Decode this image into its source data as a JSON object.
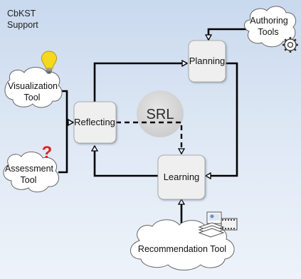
{
  "corner_label": {
    "line1": "CbKST",
    "line2": "Support"
  },
  "srl": {
    "label": "SRL"
  },
  "nodes": {
    "planning": "Planning",
    "reflecting": "Reflecting",
    "learning": "Learning"
  },
  "tools": {
    "authoring": {
      "line1": "Authoring",
      "line2": "Tools"
    },
    "visualization": {
      "line1": "Visualization",
      "line2": "Tool"
    },
    "assessment": {
      "line1": "Assessment",
      "line2": "Tool"
    },
    "recommendation": {
      "line1": "Recommendation Tool"
    }
  },
  "icons": {
    "lightbulb": "lightbulb-icon",
    "question": "question-mark-icon",
    "gear": "gear-icon",
    "documents": "documents-icon"
  },
  "question_mark": "?",
  "colors": {
    "background_top": "#c9d9ee",
    "background_bottom": "#eef3fa",
    "box_fill": "#efefef",
    "arrow": "#000000",
    "srl_circle": "#d6d6d6",
    "question_mark": "#e02020",
    "bulb": "#f5d81f"
  }
}
